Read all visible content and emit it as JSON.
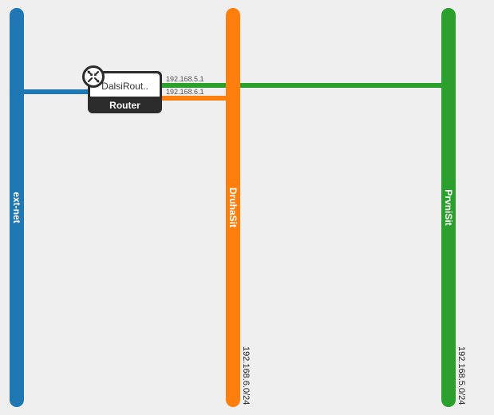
{
  "colors": {
    "background": "#efefef",
    "ext_net": "#1f77b4",
    "druha_sit": "#ff7f0e",
    "prvni_sit": "#2ca02c",
    "router_body": "#2c2c2c"
  },
  "networks": [
    {
      "id": "ext-net",
      "label": "ext-net",
      "cidr": ""
    },
    {
      "id": "druha-sit",
      "label": "DruhaSit",
      "cidr": "192.168.6.0/24"
    },
    {
      "id": "prvni-sit",
      "label": "PrvniSit",
      "cidr": "192.168.5.0/24"
    }
  ],
  "router": {
    "name": "DalsiRout..",
    "type": "Router",
    "icon": "router-icon"
  },
  "links": [
    {
      "network": "prvni-sit",
      "ip": "192.168.5.1"
    },
    {
      "network": "druha-sit",
      "ip": "192.168.6.1"
    }
  ]
}
